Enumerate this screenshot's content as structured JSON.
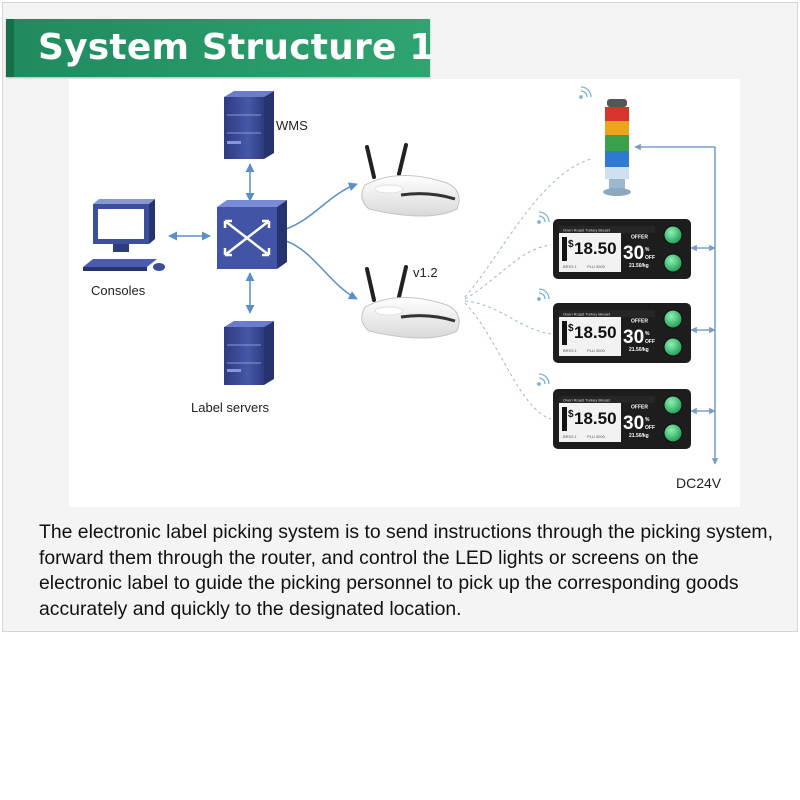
{
  "title": "System Structure 1",
  "labels": {
    "wms": "WMS",
    "consoles": "Consoles",
    "label_servers": "Label servers",
    "router_version": "v1.2",
    "power": "DC24V"
  },
  "esl": {
    "header": "Oven Roast Turkey Breast",
    "currency": "$",
    "price": "18.50",
    "offer": "OFFER",
    "discount": "30",
    "percent": "%",
    "off": "OFF",
    "unit_price": "21.50/kg",
    "barcode_text": "BRS3 1",
    "barcode_text2": "PLU 3000"
  },
  "caption": "The electronic label picking system is to send instructions through the picking system, forward them through the router, and control the LED lights or screens on the electronic label to guide the picking personnel to pick up the corresponding goods accurately and quickly to the designated location.",
  "colors": {
    "title_bg": "#2a9b69",
    "server_blue": "#3d4f9a",
    "link_blue": "#5b8fc7",
    "esl_green": "#2fb36a"
  },
  "icons": [
    "server-icon",
    "switch-icon",
    "computer-icon",
    "router-icon",
    "wifi-icon",
    "stack-light-icon",
    "electronic-label-icon"
  ]
}
